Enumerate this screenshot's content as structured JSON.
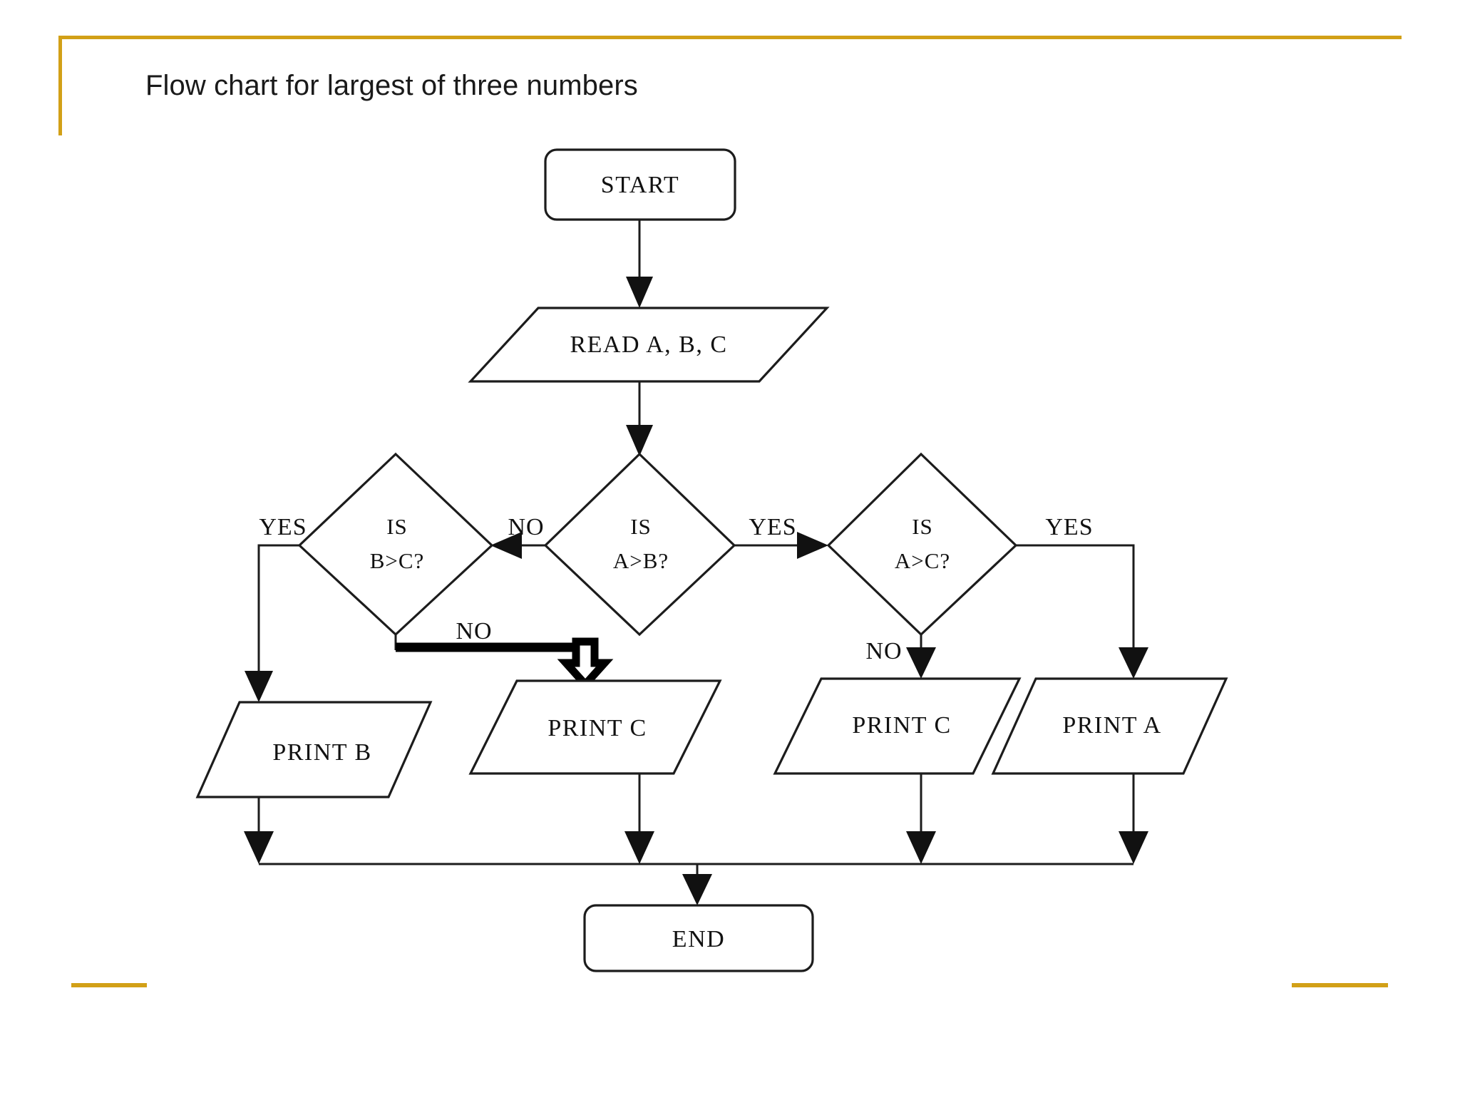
{
  "slide": {
    "title": "Flow chart for largest of three numbers",
    "accent_color": "#d2a017",
    "background_color": "#ffffff",
    "line_color": "#1c1c1c"
  },
  "decor": {
    "top_rule": "gold-top-rule",
    "left_rule": "gold-left-rule",
    "bottom_left_rule": "gold-bottom-left-rule",
    "bottom_right_rule": "gold-bottom-right-rule"
  },
  "chart_data": {
    "type": "diagram",
    "diagram_kind": "flowchart",
    "title": "Flow chart for largest of three numbers",
    "nodes": [
      {
        "id": "start",
        "shape": "terminator",
        "label": "START"
      },
      {
        "id": "read",
        "shape": "parallelogram",
        "label": "READ A, B, C"
      },
      {
        "id": "d_ab",
        "shape": "diamond",
        "label_line1": "IS",
        "label_line2": "A>B?"
      },
      {
        "id": "d_bc",
        "shape": "diamond",
        "label_line1": "IS",
        "label_line2": "B>C?"
      },
      {
        "id": "d_ac",
        "shape": "diamond",
        "label_line1": "IS",
        "label_line2": "A>C?"
      },
      {
        "id": "print_b",
        "shape": "parallelogram",
        "label": "PRINT B"
      },
      {
        "id": "print_c1",
        "shape": "parallelogram",
        "label": "PRINT C"
      },
      {
        "id": "print_c2",
        "shape": "parallelogram",
        "label": "PRINT C"
      },
      {
        "id": "print_a",
        "shape": "parallelogram",
        "label": "PRINT A"
      },
      {
        "id": "end",
        "shape": "terminator",
        "label": "END"
      }
    ],
    "edges": [
      {
        "from": "start",
        "to": "read",
        "label": ""
      },
      {
        "from": "read",
        "to": "d_ab",
        "label": ""
      },
      {
        "from": "d_ab",
        "to": "d_bc",
        "label": "NO"
      },
      {
        "from": "d_ab",
        "to": "d_ac",
        "label": "YES"
      },
      {
        "from": "d_bc",
        "to": "print_b",
        "label": "YES"
      },
      {
        "from": "d_bc",
        "to": "print_c1",
        "label": "NO"
      },
      {
        "from": "d_ac",
        "to": "print_c2",
        "label": "NO"
      },
      {
        "from": "d_ac",
        "to": "print_a",
        "label": "YES"
      },
      {
        "from": "print_b",
        "to": "end",
        "label": ""
      },
      {
        "from": "print_c1",
        "to": "end",
        "label": ""
      },
      {
        "from": "print_c2",
        "to": "end",
        "label": ""
      },
      {
        "from": "print_a",
        "to": "end",
        "label": ""
      }
    ],
    "edge_labels": {
      "bc_yes": "YES",
      "ab_no": "NO",
      "ab_yes": "YES",
      "ac_yes": "YES",
      "bc_no": "NO",
      "ac_no": "NO"
    }
  }
}
